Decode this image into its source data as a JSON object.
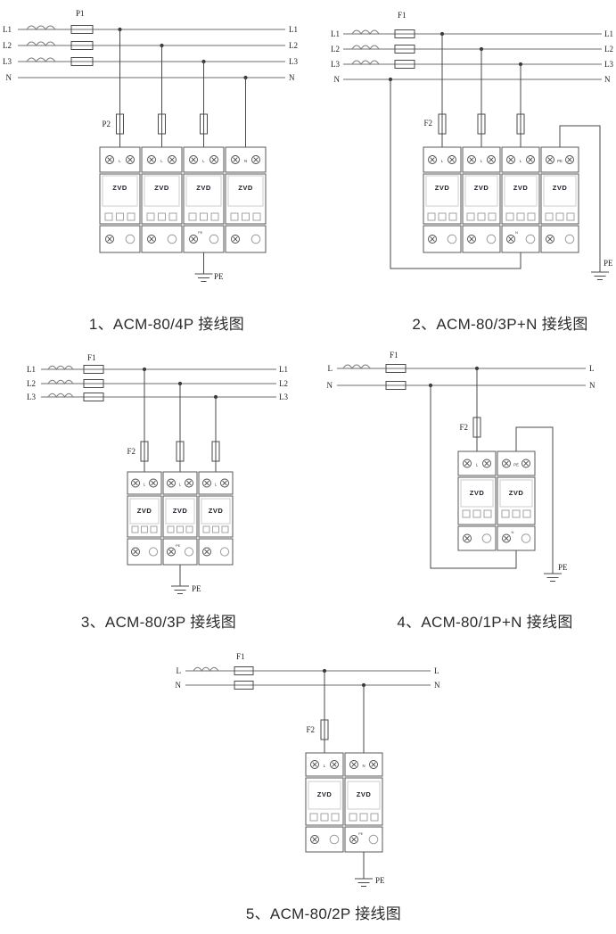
{
  "colors": {
    "background": "#ffffff",
    "power_line": "#8a8a8a",
    "wire": "#4a4a4a",
    "text": "#222222"
  },
  "diagrams": [
    {
      "caption": "1、ACM-80/4P 接线图",
      "fuse1": "P1",
      "fuse2": "P2",
      "left_labels": [
        "L1",
        "L2",
        "L3",
        "N"
      ],
      "right_labels": [
        "L1",
        "L2",
        "L3",
        "N"
      ],
      "top_labels": [
        "L",
        "L",
        "L",
        "N"
      ],
      "bottom_labels": [
        "",
        "",
        "PE",
        ""
      ],
      "module_brand": "ZVD",
      "ground_label": "PE"
    },
    {
      "caption": "2、ACM-80/3P+N 接线图",
      "fuse1": "F1",
      "fuse2": "F2",
      "left_labels": [
        "L1",
        "L2",
        "L3",
        "N"
      ],
      "right_labels": [
        "L1",
        "L2",
        "L3",
        "N"
      ],
      "top_labels": [
        "L",
        "L",
        "L",
        "PE"
      ],
      "bottom_labels": [
        "",
        "",
        "N",
        ""
      ],
      "module_brand": "ZVD",
      "ground_label": "PE"
    },
    {
      "caption": "3、ACM-80/3P 接线图",
      "fuse1": "F1",
      "fuse2": "F2",
      "left_labels": [
        "L1",
        "L2",
        "L3"
      ],
      "right_labels": [
        "L1",
        "L2",
        "L3"
      ],
      "top_labels": [
        "L",
        "L",
        "L"
      ],
      "bottom_labels": [
        "",
        "PE",
        ""
      ],
      "module_brand": "ZVD",
      "ground_label": "PE"
    },
    {
      "caption": "4、ACM-80/1P+N 接线图",
      "fuse1": "F1",
      "fuse2": "F2",
      "left_labels": [
        "L",
        "N"
      ],
      "right_labels": [
        "L",
        "N"
      ],
      "top_labels": [
        "L",
        "PE"
      ],
      "bottom_labels": [
        "",
        "N"
      ],
      "module_brand": "ZVD",
      "ground_label": "PE"
    },
    {
      "caption": "5、ACM-80/2P 接线图",
      "fuse1": "F1",
      "fuse2": "F2",
      "left_labels": [
        "L",
        "N"
      ],
      "right_labels": [
        "L",
        "N"
      ],
      "top_labels": [
        "L",
        "N"
      ],
      "bottom_labels": [
        "",
        "PE"
      ],
      "module_brand": "ZVD",
      "ground_label": "PE"
    }
  ]
}
